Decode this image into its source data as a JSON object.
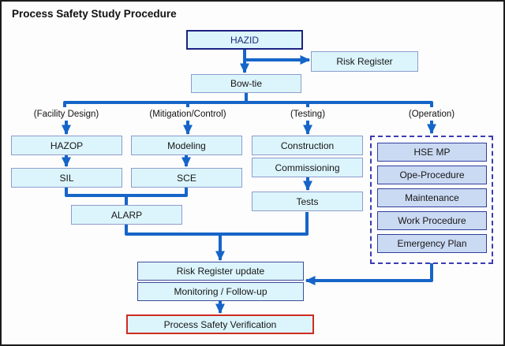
{
  "title": "Process Safety Study Procedure",
  "nodes": {
    "hazid": "HAZID",
    "risk_register": "Risk Register",
    "bowtie": "Bow-tie",
    "hazop": "HAZOP",
    "sil": "SIL",
    "modeling": "Modeling",
    "sce": "SCE",
    "alarp": "ALARP",
    "construction": "Construction",
    "commissioning": "Commissioning",
    "tests": "Tests",
    "risk_register_update": "Risk Register update",
    "monitoring": "Monitoring / Follow-up",
    "verification": "Process Safety Verification"
  },
  "branch_labels": {
    "facility_design": "(Facility Design)",
    "mitigation_control": "(Mitigation/Control)",
    "testing": "(Testing)",
    "operation": "(Operation)"
  },
  "operation": {
    "items": [
      "HSE MP",
      "Ope-Procedure",
      "Maintenance",
      "Work Procedure",
      "Emergency Plan"
    ]
  },
  "edges": [
    "HAZID -> Bow-tie",
    "HAZID -> Risk Register",
    "Bow-tie -> (Facility Design) -> HAZOP -> SIL",
    "Bow-tie -> (Mitigation/Control) -> Modeling -> SCE",
    "Bow-tie -> (Testing) -> Construction / Commissioning -> Tests",
    "Bow-tie -> (Operation) -> operation items group",
    "SIL + SCE -> ALARP",
    "ALARP + Tests -> Risk Register update",
    "Operation group -> Risk Register update / Monitoring",
    "Monitoring / Follow-up -> Process Safety Verification"
  ],
  "colors": {
    "arrow_blue": "#1565c8",
    "box_fill_cyan": "#dcf5fc",
    "box_border_light": "#8d9cce",
    "hazid_border_navy": "#1b2383",
    "operation_fill": "#cbdaf3",
    "operation_border": "#2f3f9e",
    "dashed_container_border": "#3c3cb4",
    "verification_border_red": "#d02b20",
    "frame_border": "#1c1c1c"
  }
}
